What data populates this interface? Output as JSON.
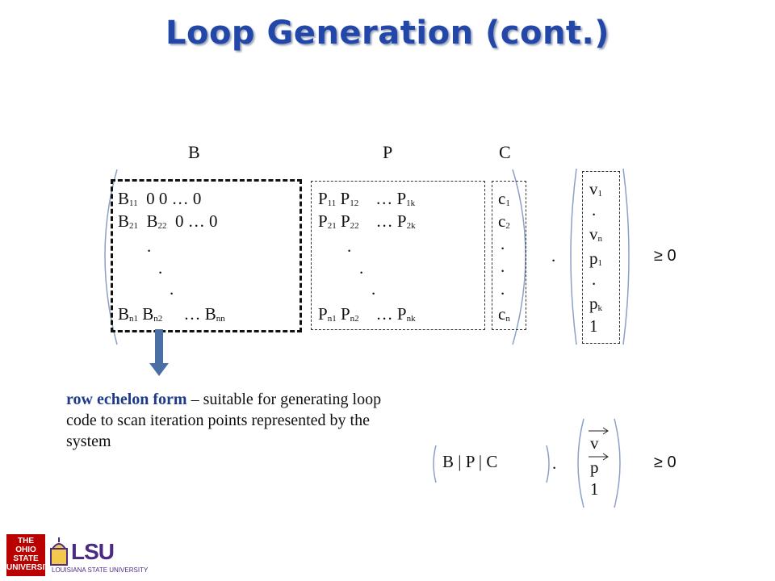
{
  "title": "Loop Generation (cont.)",
  "headers": {
    "b": "B",
    "p": "P",
    "c": "C"
  },
  "matrix_b": {
    "row1": [
      "B",
      "11",
      "0 0 … 0"
    ],
    "row2": [
      "B",
      "21",
      "B",
      "22",
      "0 … 0"
    ],
    "dot": ".",
    "rown": [
      "B",
      "n1",
      "B",
      "n2",
      "… B",
      "nn"
    ]
  },
  "matrix_p": {
    "row1": [
      "P",
      "11",
      "P",
      "12",
      "… P",
      "1k"
    ],
    "row2": [
      "P",
      "21",
      "P",
      "22",
      "… P",
      "2k"
    ],
    "dot": ".",
    "rown": [
      "P",
      "n1",
      "P",
      "n2",
      "… P",
      "nk"
    ]
  },
  "matrix_c": {
    "c1": [
      "c",
      "1"
    ],
    "c2": [
      "c",
      "2"
    ],
    "dot": ".",
    "cn": [
      "c",
      "n"
    ]
  },
  "vector": {
    "v1": [
      "v",
      "1"
    ],
    "dot": ".",
    "vn": [
      "v",
      "n"
    ],
    "p1": [
      "p",
      "1"
    ],
    "pk": [
      "p",
      "k"
    ],
    "one": "1"
  },
  "mult_dot": ".",
  "ge_label": "≥ 0",
  "caption": {
    "keyword": "row echelon form",
    "rest": " – suitable for generating loop code to scan iteration points represented by the system"
  },
  "compact": {
    "label": "B | P | C",
    "dot": ".",
    "v": "v",
    "p": "p",
    "one": "1",
    "ge": "≥ 0"
  },
  "logos": {
    "osu_text": "THE OHIO STATE UNIVERSITY",
    "lsu_text": "LSU",
    "lsu_sub": "LOUISIANA STATE UNIVERSITY"
  },
  "colors": {
    "title": "#2347a8",
    "keyword": "#1e3a8a",
    "arrow": "#4a6fa5",
    "bracket": "#8aa0c8"
  }
}
